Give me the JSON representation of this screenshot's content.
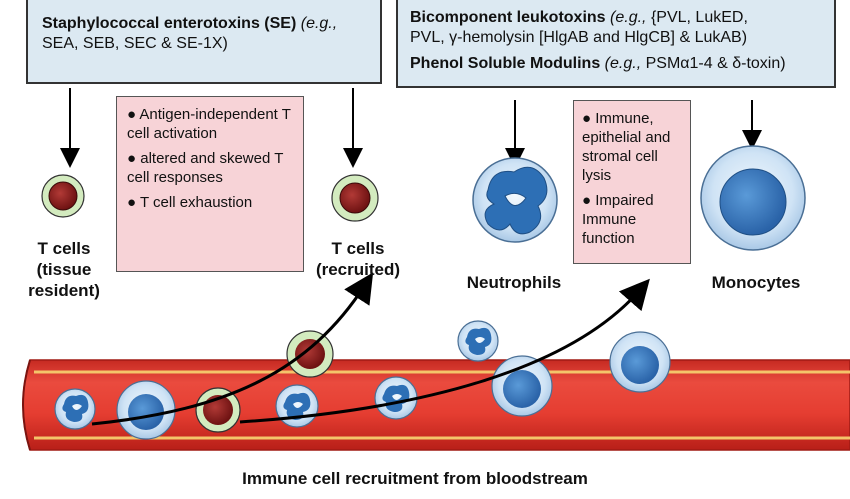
{
  "left_box": {
    "title": "Staphylococcal enterotoxins (SE)",
    "eg": "(e.g.,",
    "list": "SEA, SEB, SEC & SE-1X)"
  },
  "right_box": {
    "leuko_title": "Bicomponent leukotoxins",
    "leuko_eg": "(e.g.,",
    "leuko_list_1": "{PVL, LukED,",
    "leuko_list_2": "PVL, γ-hemolysin  [HlgAB and HlgCB] & LukAB)",
    "psm_title": "Phenol Soluble Modulins",
    "psm_eg": "(e.g.,",
    "psm_list": "PSMα1-4 & δ-toxin)"
  },
  "tcell_effects": [
    "● Antigen-independent T cell activation",
    "● altered and skewed T cell responses",
    "● T cell exhaustion"
  ],
  "myeloid_effects": [
    "● Immune, epithelial and stromal cell lysis",
    "● Impaired Immune function"
  ],
  "labels": {
    "tcells_resident_1": "T cells",
    "tcells_resident_2": "(tissue",
    "tcells_resident_3": "resident)",
    "tcells_recruited_1": "T cells",
    "tcells_recruited_2": "(recruited)",
    "neutrophils": "Neutrophils",
    "monocytes": "Monocytes"
  },
  "caption": "Immune cell recruitment from bloodstream",
  "colors": {
    "box_blue": "#dce9f2",
    "box_pink": "#f7d3d7",
    "vessel": "#e03a2e",
    "tcell_core": "#8e1b1b",
    "tcell_ring": "#cfe8b8",
    "neutrophil_nucleus": "#2d6fb5",
    "cell_halo": "#c9e0f5"
  }
}
